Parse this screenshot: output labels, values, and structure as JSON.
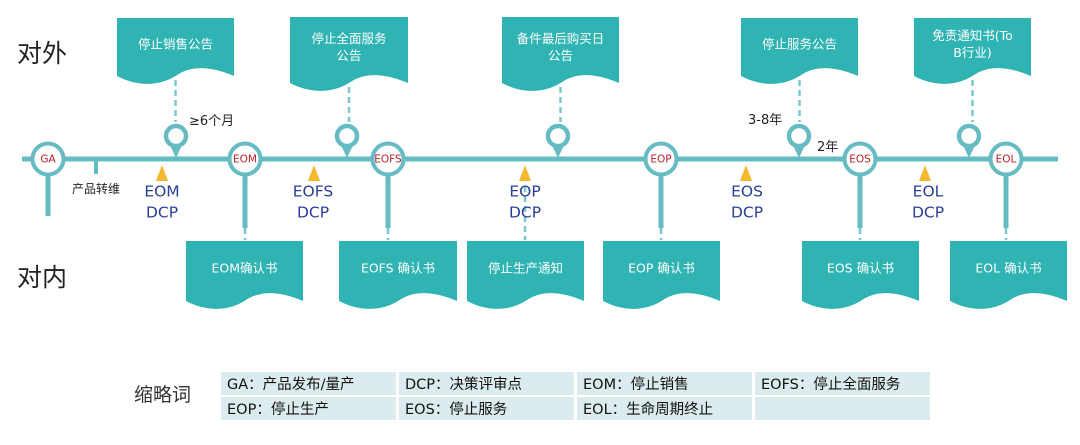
{
  "side_labels": {
    "external": "对外",
    "internal": "对内"
  },
  "colors": {
    "teal": "#2fb3b3",
    "timeline": "#66bcc2",
    "node_text": "#b8212b",
    "triangle": "#f5b82e",
    "legend_bg": "#dcebee"
  },
  "nodes": [
    {
      "id": "ga",
      "label": "GA"
    },
    {
      "id": "eom",
      "label": "EOM"
    },
    {
      "id": "eofs",
      "label": "EOFS"
    },
    {
      "id": "eop",
      "label": "EOP"
    },
    {
      "id": "eos",
      "label": "EOS"
    },
    {
      "id": "eol",
      "label": "EOL"
    }
  ],
  "external_boxes": [
    {
      "id": "stop-sales",
      "lines": [
        "停止销售公告"
      ]
    },
    {
      "id": "stop-full-service",
      "lines": [
        "停止全面服务",
        "公告"
      ]
    },
    {
      "id": "last-buy",
      "lines": [
        "备件最后购买日",
        "公告"
      ]
    },
    {
      "id": "stop-service",
      "lines": [
        "停止服务公告"
      ]
    },
    {
      "id": "disclaimer",
      "lines": [
        "免责通知书(To",
        "B行业)"
      ]
    }
  ],
  "internal_boxes": [
    {
      "id": "eom-confirm",
      "lines": [
        "EOM确认书"
      ]
    },
    {
      "id": "eofs-confirm",
      "lines": [
        "EOFS 确认书"
      ]
    },
    {
      "id": "stop-production",
      "lines": [
        "停止生产通知"
      ]
    },
    {
      "id": "eop-confirm",
      "lines": [
        "EOP 确认书"
      ]
    },
    {
      "id": "eos-confirm",
      "lines": [
        "EOS 确认书"
      ]
    },
    {
      "id": "eol-confirm",
      "lines": [
        "EOL 确认书"
      ]
    }
  ],
  "dcp_markers": [
    {
      "id": "eom",
      "lines": [
        "EOM",
        "DCP"
      ]
    },
    {
      "id": "eofs",
      "lines": [
        "EOFS",
        "DCP"
      ]
    },
    {
      "id": "eop",
      "lines": [
        "EOP",
        "DCP"
      ]
    },
    {
      "id": "eos",
      "lines": [
        "EOS",
        "DCP"
      ]
    },
    {
      "id": "eol",
      "lines": [
        "EOL",
        "DCP"
      ]
    }
  ],
  "notes": {
    "product_transfer": "产品转维",
    "six_months": "≥6个月",
    "three_eight_years": "3-8年",
    "two_years": "2年"
  },
  "legend": {
    "title": "缩略词",
    "rows": [
      [
        "GA：产品发布/量产",
        "DCP：决策评审点",
        "EOM：停止销售",
        "EOFS：停止全面服务"
      ],
      [
        "EOP：停止生产",
        "EOS：停止服务",
        "EOL：生命周期终止",
        ""
      ]
    ]
  }
}
